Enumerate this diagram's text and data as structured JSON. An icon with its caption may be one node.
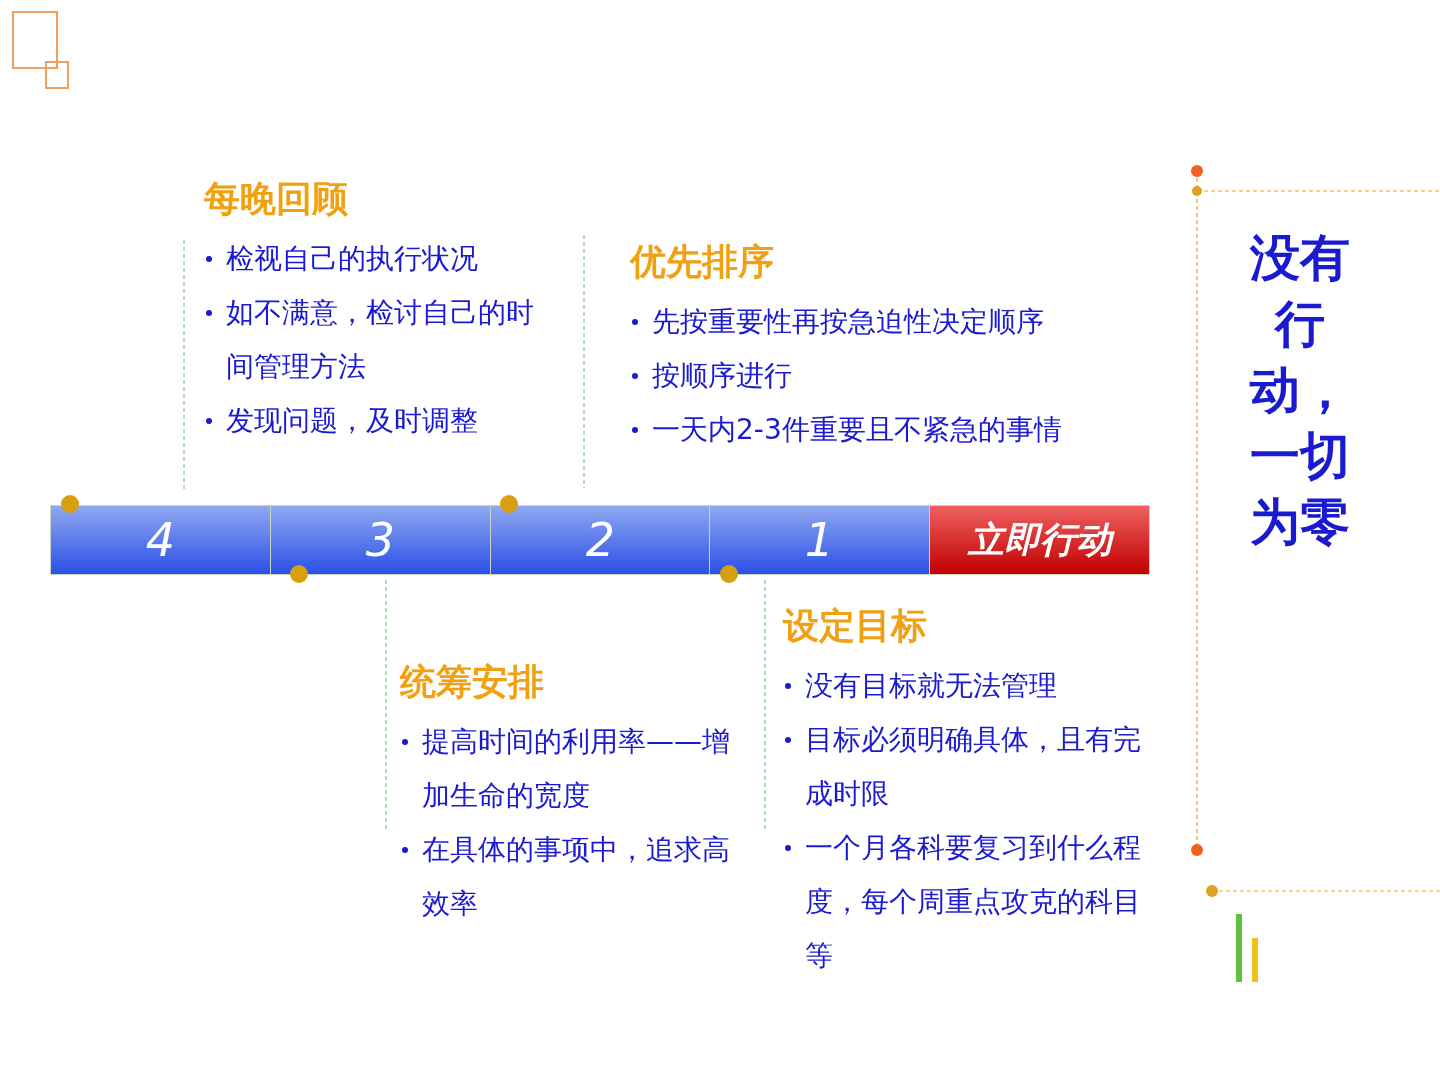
{
  "diagram": {
    "nodes": [
      {
        "text": [
          "4"
        ]
      },
      {
        "text": [
          "3"
        ]
      },
      {
        "text": [
          "2"
        ]
      },
      {
        "text": [
          "1"
        ]
      },
      {
        "text": [
          "立即行动"
        ]
      },
      {
        "text": [
          "每晚回顾",
          "检视自己的执行状况",
          "如不满意，检讨自己的时间管理方法",
          "发现问题，及时调整"
        ]
      },
      {
        "text": [
          "优先排序",
          "先按重要性再按急迫性决定顺序",
          "按顺序进行",
          "一天内2-3件重要且不紧急的事情"
        ]
      },
      {
        "text": [
          "统筹安排",
          "提高时间的利用率——增加生命的宽度",
          "在具体的事项中，追求高效率"
        ]
      },
      {
        "text": [
          "设定目标",
          "没有目标就无法管理",
          "目标必须明确具体，且有完成时限",
          "一个月各科要复习到什么程度，每个周重点攻克的科目等"
        ]
      }
    ],
    "edges": [],
    "labels": [
      "没有行动，一切为零"
    ]
  }
}
